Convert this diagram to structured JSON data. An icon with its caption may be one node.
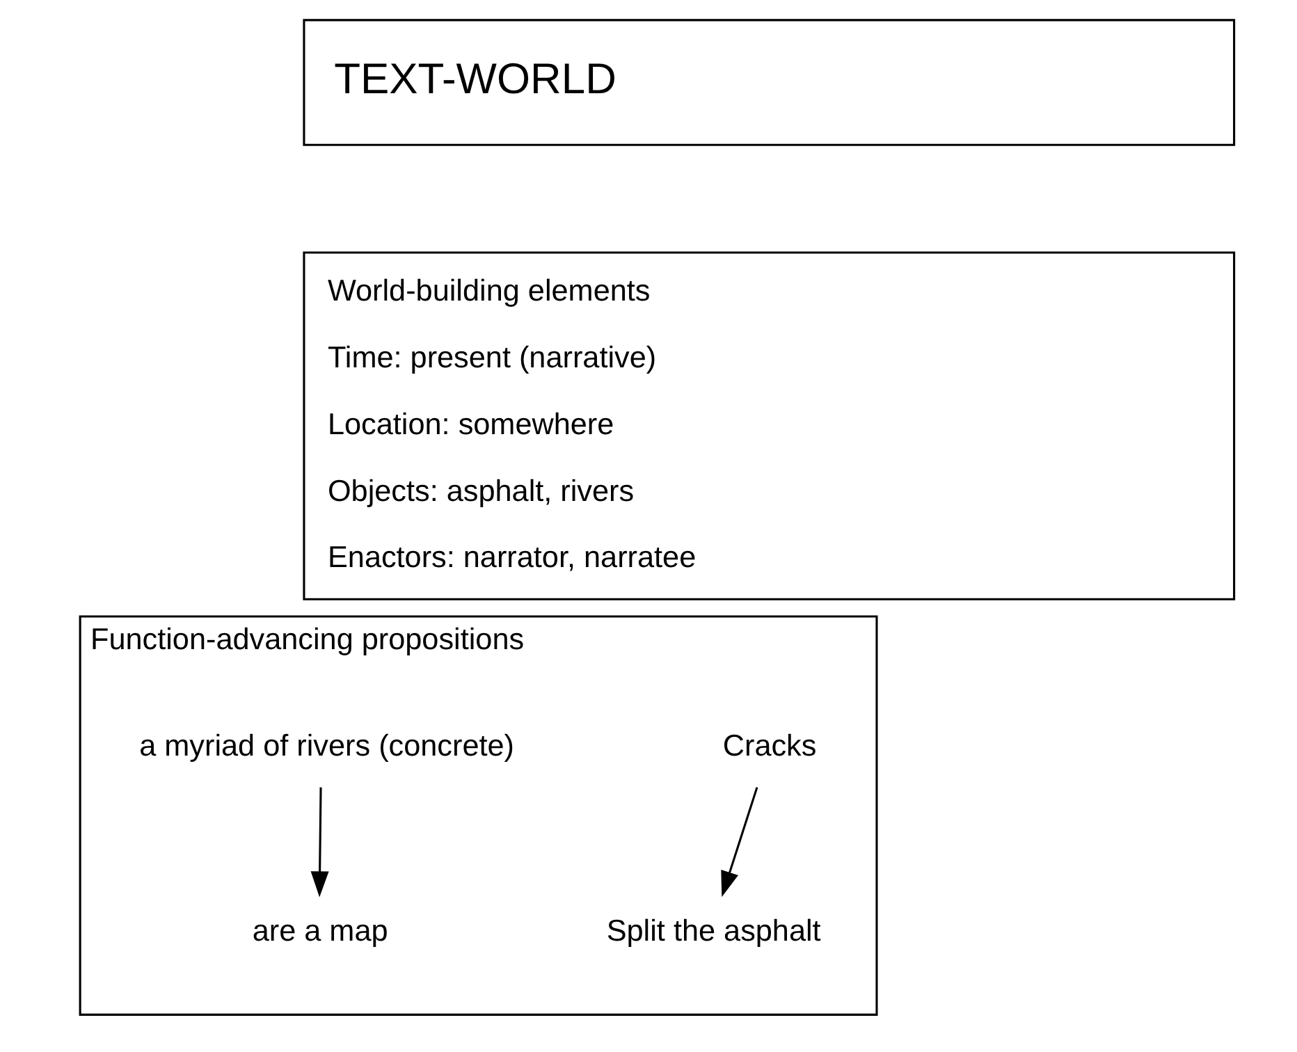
{
  "diagram": {
    "nodes": [
      {
        "text": [
          "TEXT-WORLD"
        ]
      },
      {
        "text": [
          "World-building elements",
          "Time: present (narrative)",
          "Location: somewhere",
          "Objects: asphalt, rivers",
          "Enactors: narrator, narratee"
        ]
      },
      {
        "text": [
          "Function-advancing propositions"
        ]
      },
      {
        "text": [
          "Cracks"
        ],
        "in": 2
      },
      {
        "text": [
          "a myriad of rivers (concrete)"
        ],
        "in": 2
      },
      {
        "text": [
          "Split the asphalt"
        ],
        "in": 2
      },
      {
        "text": [
          "are a map"
        ],
        "in": 2
      }
    ],
    "edges": [
      {
        "from": 3,
        "to": 5,
        "arrow": "to"
      },
      {
        "from": 4,
        "to": 6,
        "arrow": "to"
      }
    ]
  }
}
